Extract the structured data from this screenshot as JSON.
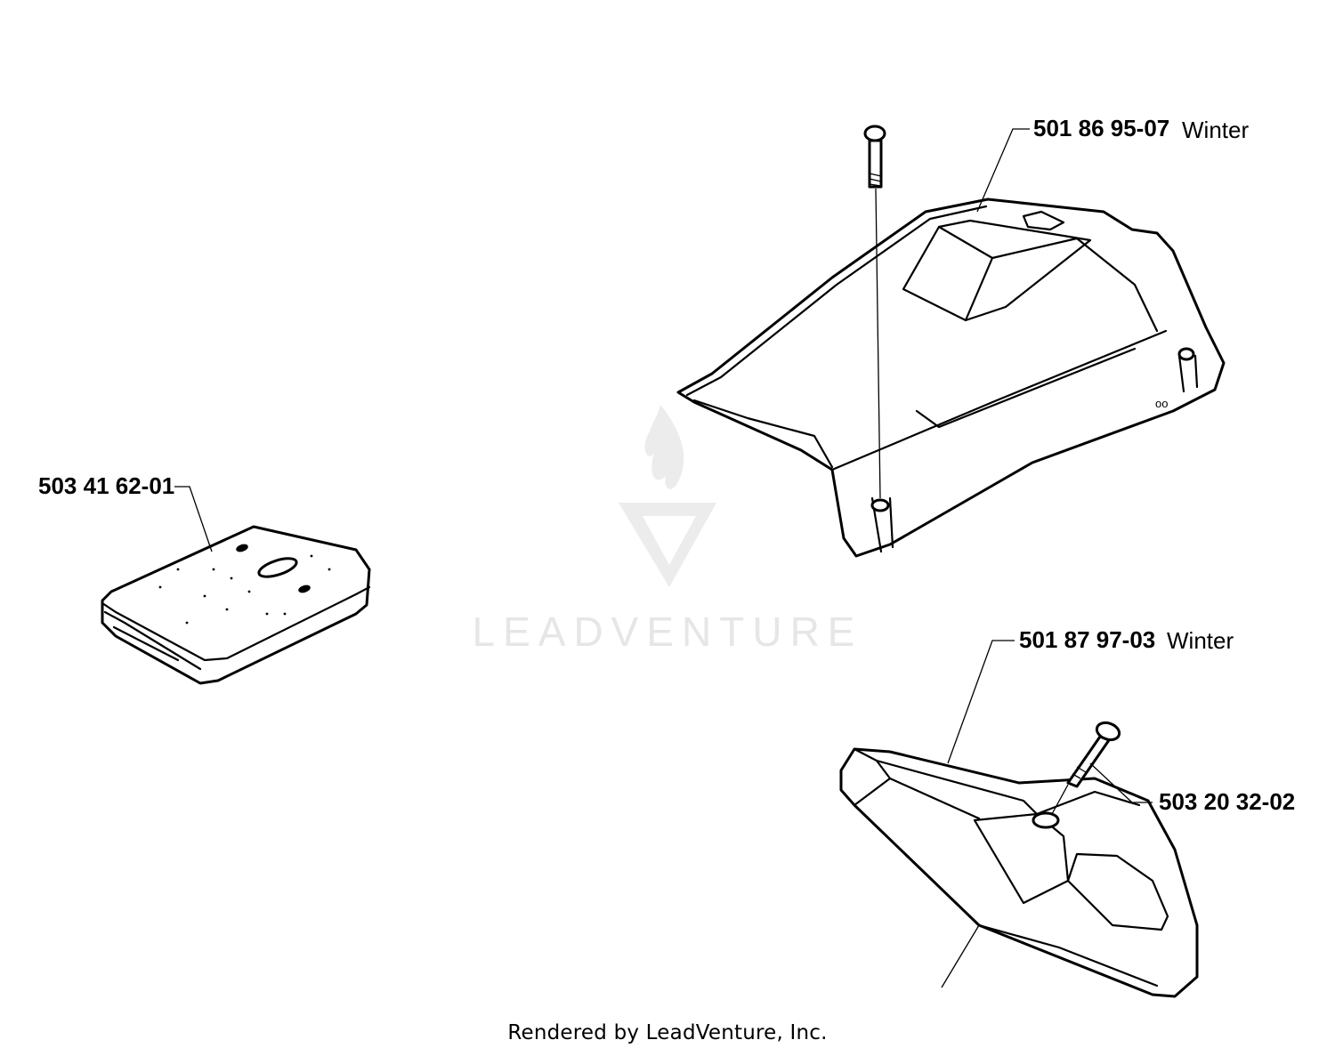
{
  "watermark": {
    "brand": "LEADVENTURE",
    "color": "#e6e6e6"
  },
  "parts": [
    {
      "number": "501 86 95-07",
      "note": "Winter"
    },
    {
      "number": "503 41 62-01",
      "note": ""
    },
    {
      "number": "501 87 97-03",
      "note": "Winter"
    },
    {
      "number": "503 20 32-02",
      "note": ""
    }
  ],
  "footer": "Rendered by LeadVenture, Inc."
}
